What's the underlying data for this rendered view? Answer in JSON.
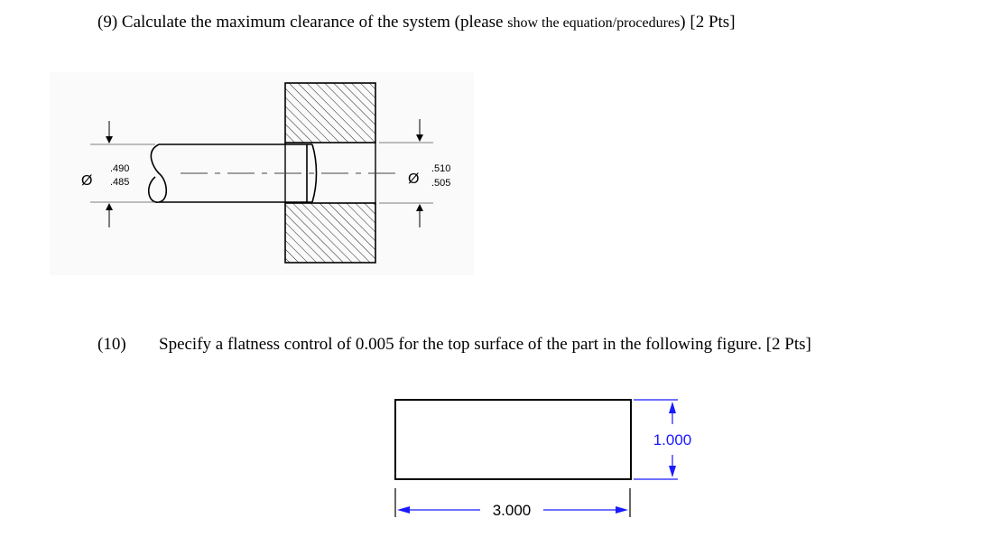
{
  "question9": {
    "part1": "(9) Calculate the maximum clearance of the system (please ",
    "part2": "show the equation/procedures",
    "part3": ") [2 Pts]"
  },
  "question10": {
    "number": "(10)",
    "text": "Specify a flatness control of 0.005 for the top surface of the part in the following figure. [2 Pts]"
  },
  "figure9": {
    "diameter_symbol": "Ø",
    "shaft_upper": ".490",
    "shaft_lower": ".485",
    "hole_upper": ".510",
    "hole_lower": ".505"
  },
  "figure10": {
    "height_dim": "1.000",
    "width_dim": "3.000",
    "dim_color": "#1a1aff"
  }
}
